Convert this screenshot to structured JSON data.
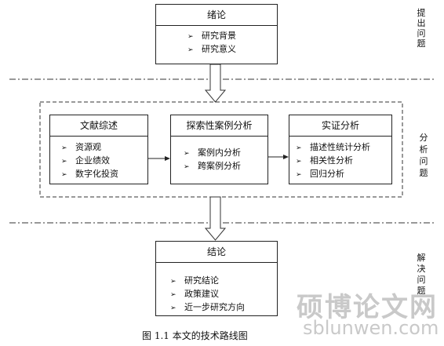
{
  "top_box": {
    "title": "绪论",
    "items": [
      "研究背景",
      "研究意义"
    ]
  },
  "middle": {
    "boxes": [
      {
        "title": "文献综述",
        "items": [
          "资源观",
          "企业绩效",
          "数字化投资"
        ]
      },
      {
        "title": "探索性案例分析",
        "items": [
          "案例内分析",
          "跨案例分析"
        ]
      },
      {
        "title": "实证分析",
        "items": [
          "描述性统计分析",
          "相关性分析",
          "回归分析"
        ]
      }
    ]
  },
  "bottom_box": {
    "title": "结论",
    "items": [
      "研究结论",
      "政策建议",
      "近一步研究方向"
    ]
  },
  "bullet_symbol": "➢",
  "side_labels": {
    "top": "提出问题",
    "middle": "分析问题",
    "bottom": "解决问题"
  },
  "caption": "图 1.1 本文的技术路线图",
  "watermark": {
    "main": "硕博论文网",
    "url": "sblunwen.com"
  }
}
